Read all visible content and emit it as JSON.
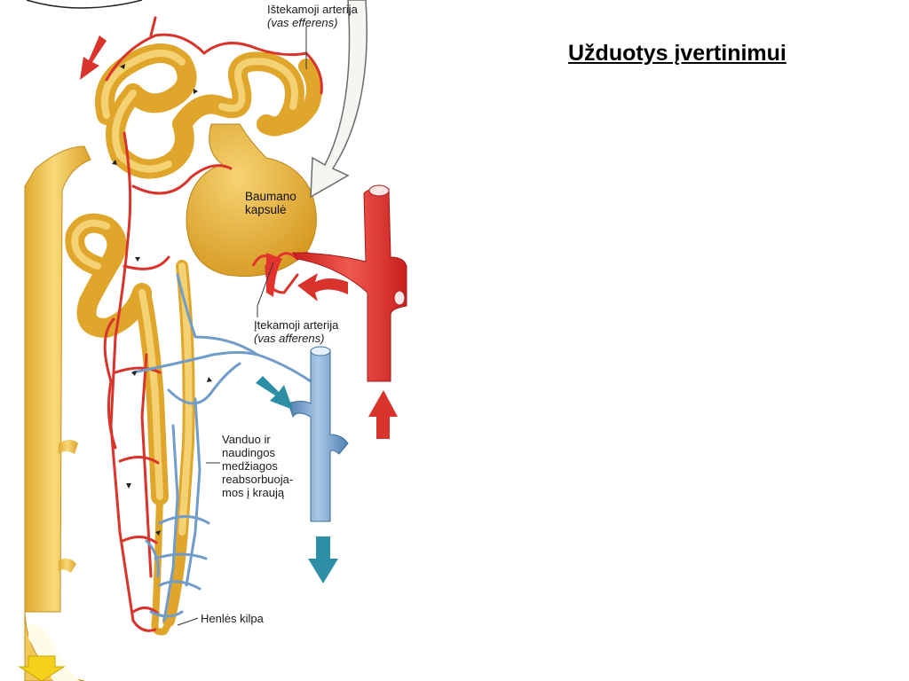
{
  "slide": {
    "title": "Užduotys įvertinimui"
  },
  "diagram": {
    "labels": {
      "efferent_artery": "Ištekamoji arterija",
      "efferent_artery_latin": "(vas efferens)",
      "bowman_capsule_line1": "Baumano",
      "bowman_capsule_line2": "kapsulė",
      "afferent_artery": "Įtekamoji arterija",
      "afferent_artery_latin": "(vas afferens)",
      "reabsorption_line1": "Vanduo ir",
      "reabsorption_line2": "naudingos",
      "reabsorption_line3": "medžiagos",
      "reabsorption_line4": "reabsorbuoja-",
      "reabsorption_line5": "mos į kraują",
      "henle_loop": "Henlės kilpa"
    },
    "colors": {
      "tubule": "#f2c34a",
      "capsule": "#e8b030",
      "artery": "#e3332e",
      "vein": "#6f9cc8",
      "arrow_teal": "#2d8fa6",
      "arrow_red": "#d8342b",
      "arrow_yellow": "#f4d11a"
    }
  }
}
